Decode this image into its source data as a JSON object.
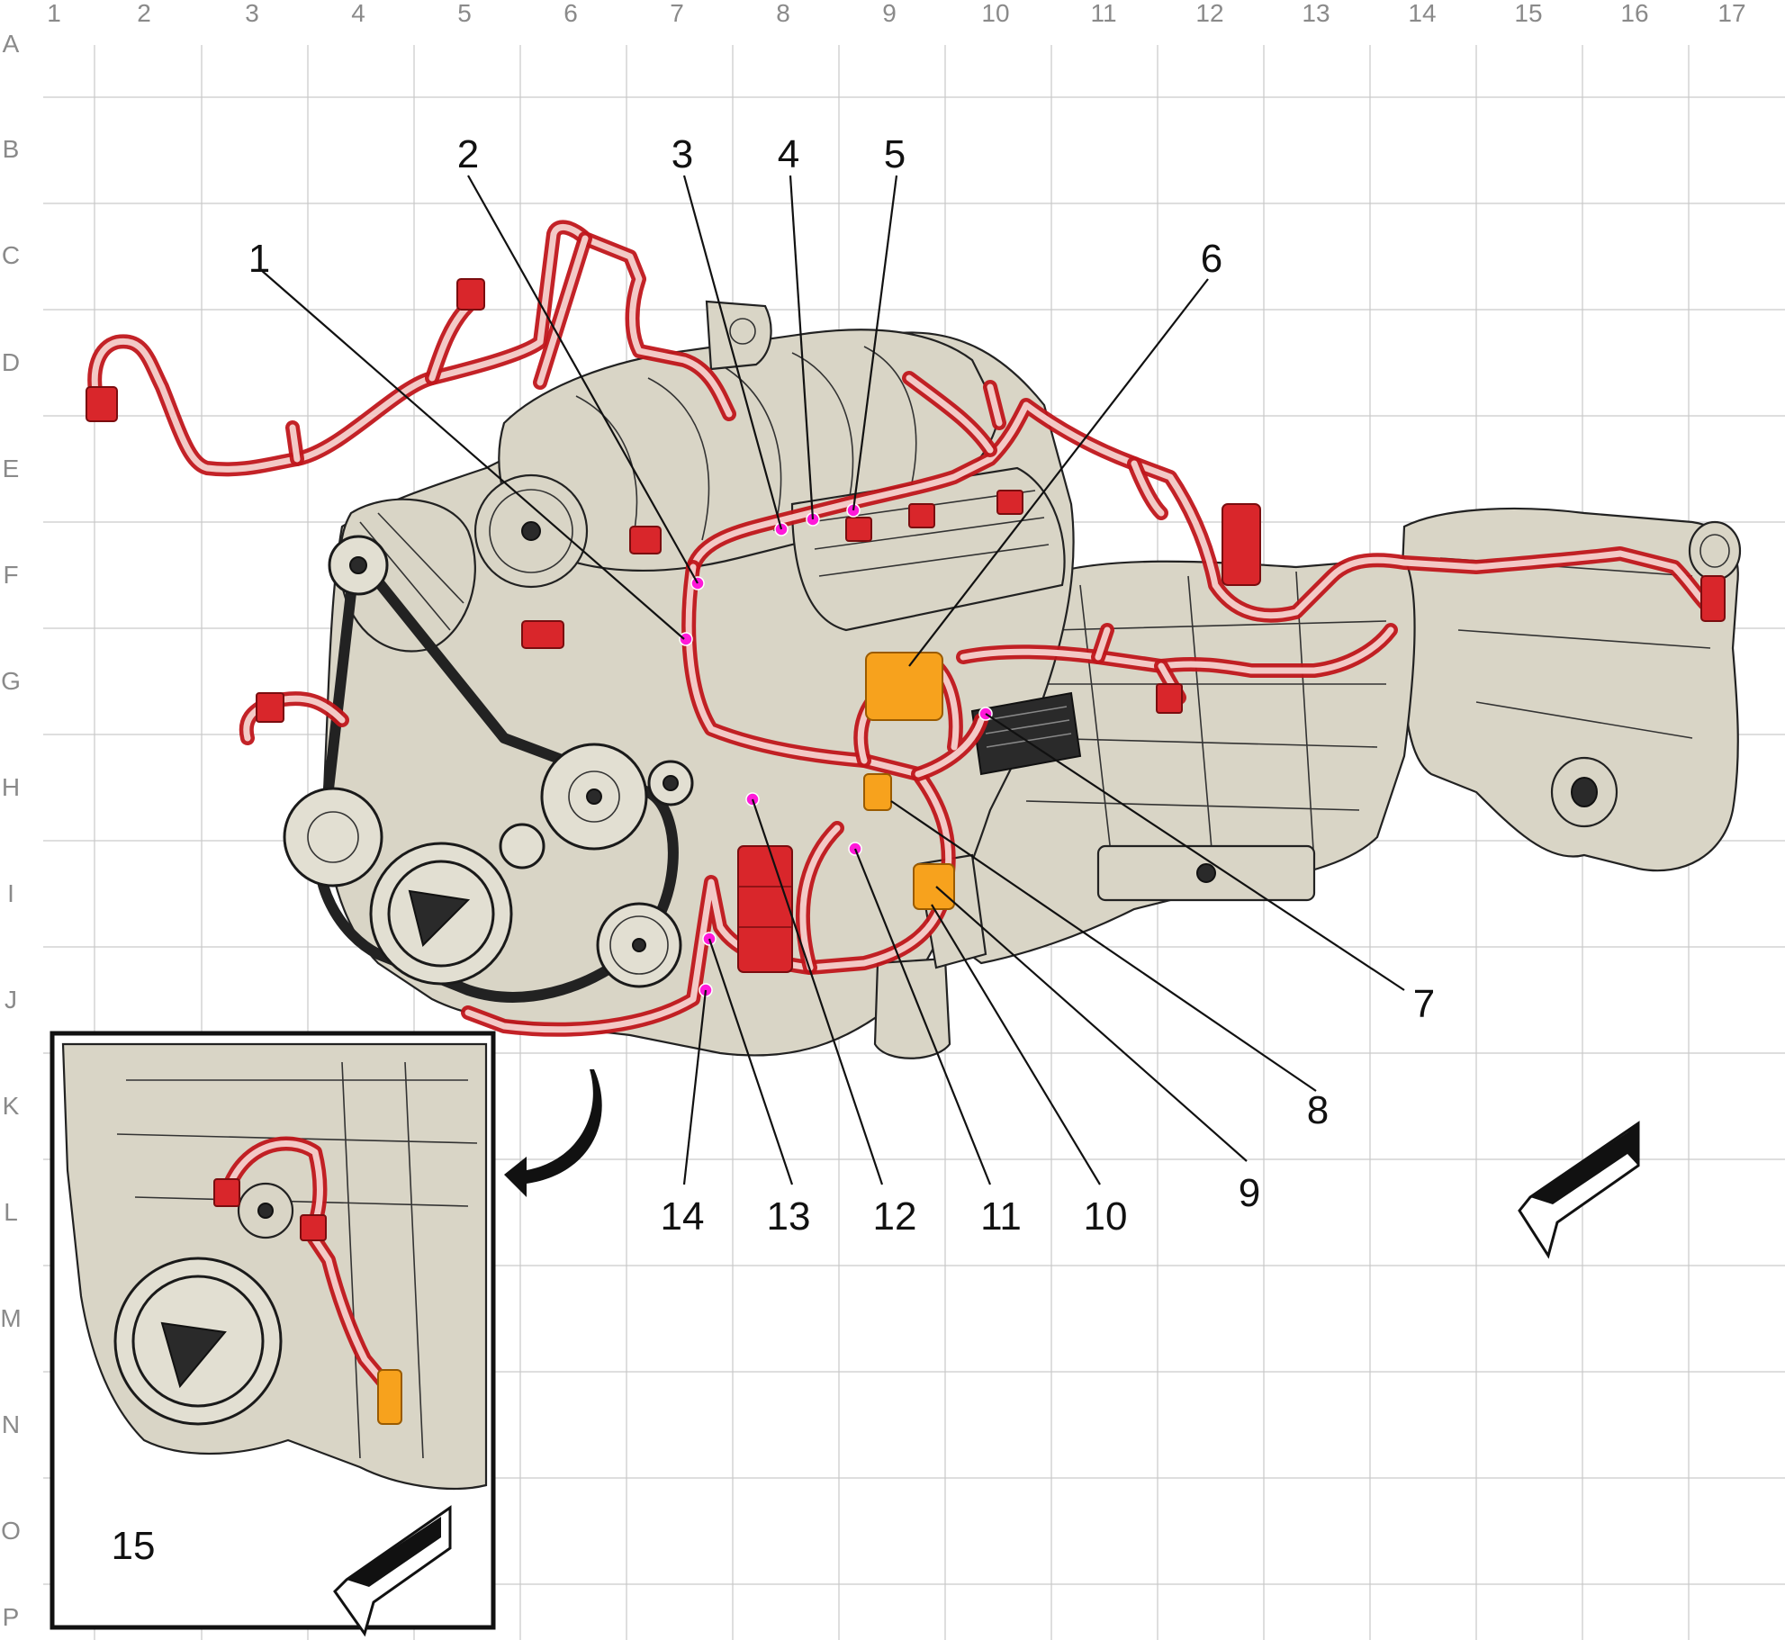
{
  "grid": {
    "columns": [
      "1",
      "2",
      "3",
      "4",
      "5",
      "6",
      "7",
      "8",
      "9",
      "10",
      "11",
      "12",
      "13",
      "14",
      "15",
      "16",
      "17"
    ],
    "rows": [
      "A",
      "B",
      "C",
      "D",
      "E",
      "F",
      "G",
      "H",
      "I",
      "J",
      "K",
      "L",
      "M",
      "N",
      "O",
      "P"
    ]
  },
  "callouts": [
    {
      "id": "1",
      "text": "1"
    },
    {
      "id": "2",
      "text": "2"
    },
    {
      "id": "3",
      "text": "3"
    },
    {
      "id": "4",
      "text": "4"
    },
    {
      "id": "5",
      "text": "5"
    },
    {
      "id": "6",
      "text": "6"
    },
    {
      "id": "7",
      "text": "7"
    },
    {
      "id": "8",
      "text": "8"
    },
    {
      "id": "9",
      "text": "9"
    },
    {
      "id": "10",
      "text": "10"
    },
    {
      "id": "11",
      "text": "11"
    },
    {
      "id": "12",
      "text": "12"
    },
    {
      "id": "13",
      "text": "13"
    },
    {
      "id": "14",
      "text": "14"
    },
    {
      "id": "15",
      "text": "15"
    }
  ],
  "colors": {
    "harness": "#c0161b",
    "connector_highlight": "#f7a21d",
    "ground_point": "#ff19d9",
    "component_body": "#d9d5c6",
    "grid": "#c9c9c9"
  },
  "icons": [
    "view-direction-arrow-icon",
    "inset-pointer-arrow-icon"
  ]
}
